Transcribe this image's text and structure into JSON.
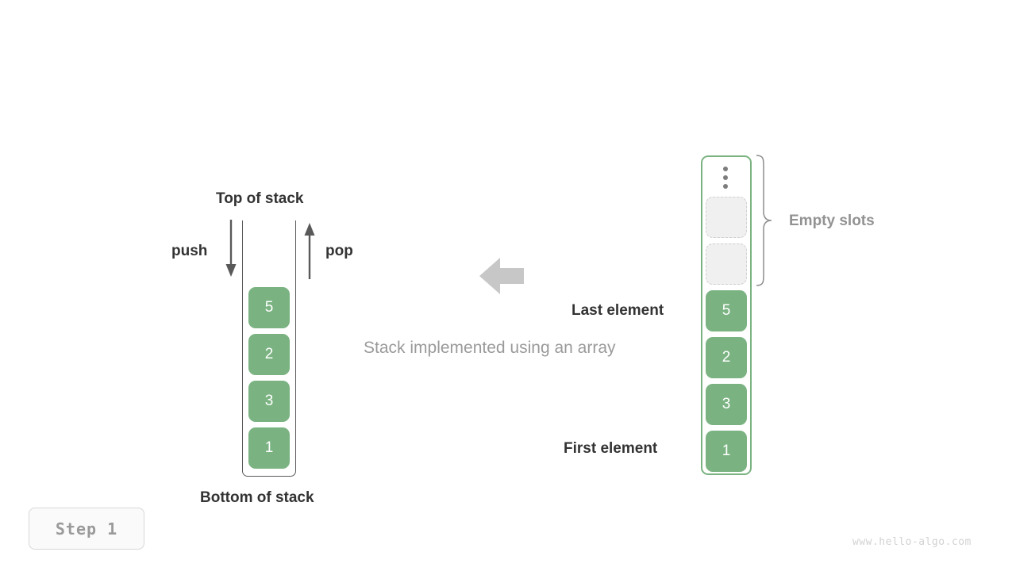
{
  "meta": {
    "title": "Stack implemented using an array",
    "watermark": "www.hello-algo.com",
    "step_label": "Step 1"
  },
  "colors": {
    "element_fill": "#7ab381",
    "element_text": "#ffffff",
    "empty_slot_fill": "#f0f0f0",
    "empty_slot_border": "#cfcfcf",
    "array_border": "#7ab381",
    "stack_border": "#595959",
    "label_dark": "#333333",
    "label_gray": "#929292",
    "caption_gray": "#9a9a9a",
    "transition_arrow": "#c7c7c7",
    "watermark": "#d2d2d2"
  },
  "stack_diagram": {
    "top_label": "Top of stack",
    "bottom_label": "Bottom of stack",
    "push_label": "push",
    "pop_label": "pop",
    "push_icon": "arrow-down-icon",
    "pop_icon": "arrow-up-icon",
    "elements_top_to_bottom": [
      "5",
      "2",
      "3",
      "1"
    ]
  },
  "transition": {
    "icon": "arrow-left-icon",
    "caption": "Stack implemented using an array"
  },
  "array_diagram": {
    "ellipsis_icon": "vertical-ellipsis-icon",
    "empty_slots_count": 2,
    "empty_slots_label": "Empty slots",
    "brace_icon": "curly-brace-icon",
    "last_element_label": "Last element",
    "first_element_label": "First element",
    "elements_top_to_bottom": [
      "5",
      "2",
      "3",
      "1"
    ]
  }
}
